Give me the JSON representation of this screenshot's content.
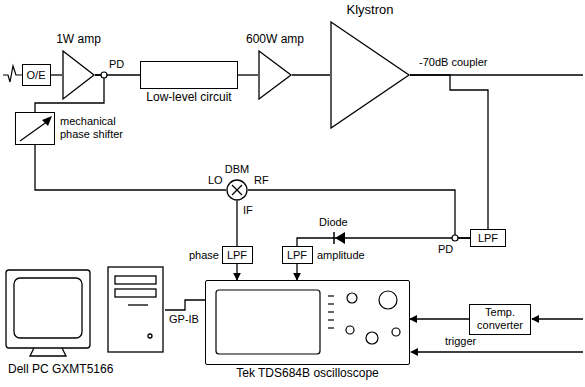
{
  "diagram": {
    "nodes": [
      {
        "text": [
          "O/E"
        ]
      },
      {
        "text": [
          "1W amp"
        ]
      },
      {
        "text": [
          "Low-level circuit"
        ]
      },
      {
        "text": [
          "600W amp"
        ]
      },
      {
        "text": [
          "Klystron"
        ]
      },
      {
        "text": [
          "mechanical phase shifter"
        ]
      },
      {
        "text": [
          "DBM"
        ]
      },
      {
        "text": [
          "LPF"
        ]
      },
      {
        "text": [
          "LPF"
        ]
      },
      {
        "text": [
          "LPF"
        ]
      },
      {
        "text": [
          "Tek TDS684B oscilloscope"
        ]
      },
      {
        "text": [
          "Temp. converter"
        ]
      },
      {
        "text": [
          "Dell PC GXMT5166"
        ]
      }
    ],
    "edges": [
      {
        "from": 0,
        "to": 1,
        "arrow": "none"
      },
      {
        "from": 1,
        "to": 2,
        "arrow": "none"
      },
      {
        "from": 2,
        "to": 3,
        "arrow": "none"
      },
      {
        "from": 3,
        "to": 4,
        "arrow": "none"
      },
      {
        "from": 1,
        "to": 5,
        "arrow": "none"
      },
      {
        "from": 5,
        "to": 6,
        "arrow": "none"
      },
      {
        "from": 4,
        "to": 7,
        "arrow": "none"
      },
      {
        "from": 7,
        "to": 6,
        "arrow": "none"
      },
      {
        "from": 7,
        "to": 9,
        "arrow": "none"
      },
      {
        "from": 6,
        "to": 8,
        "arrow": "none"
      },
      {
        "from": 8,
        "to": 10,
        "arrow": "to"
      },
      {
        "from": 9,
        "to": 10,
        "arrow": "to"
      },
      {
        "from": 11,
        "to": 10,
        "arrow": "to"
      },
      {
        "from": 12,
        "to": 10,
        "arrow": "none"
      }
    ],
    "labels": [
      "PD",
      "-70dB coupler",
      "LO",
      "RF",
      "IF",
      "PD",
      "Diode",
      "phase",
      "amplitude",
      "GP-IB",
      "trigger"
    ]
  }
}
